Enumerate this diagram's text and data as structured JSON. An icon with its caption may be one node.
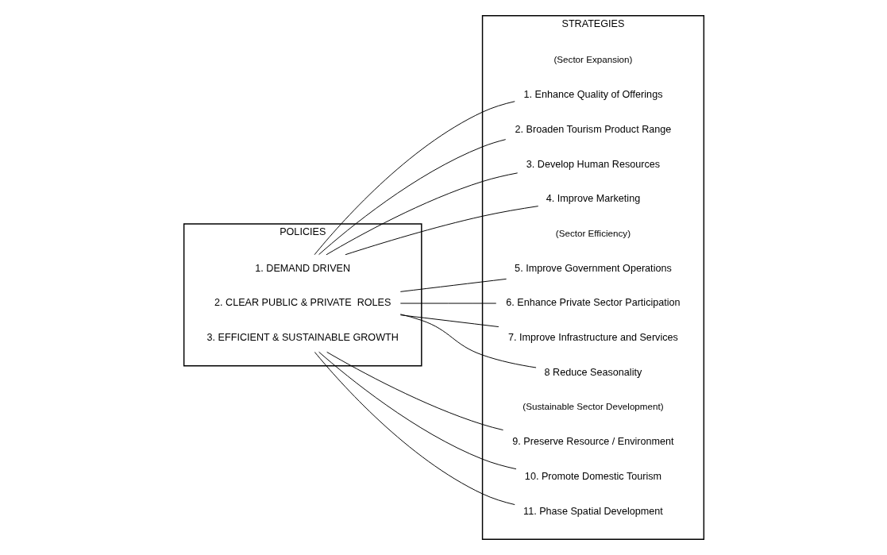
{
  "diagram": {
    "nodes": [
      {
        "text": [
          "POLICIES"
        ]
      },
      {
        "text": [
          "1. DEMAND DRIVEN"
        ],
        "in": 0
      },
      {
        "text": [
          "2. CLEAR PUBLIC & PRIVATE  ROLES"
        ],
        "in": 0
      },
      {
        "text": [
          "3. EFFICIENT & SUSTAINABLE GROWTH"
        ],
        "in": 0
      },
      {
        "text": [
          "STRATEGIES"
        ]
      },
      {
        "text": [
          "1. Enhance Quality of Offerings"
        ],
        "in": 4
      },
      {
        "text": [
          "2. Broaden Tourism Product Range"
        ],
        "in": 4
      },
      {
        "text": [
          "3. Develop Human Resources"
        ],
        "in": 4
      },
      {
        "text": [
          "4. Improve Marketing"
        ],
        "in": 4
      },
      {
        "text": [
          "5. Improve Government Operations"
        ],
        "in": 4
      },
      {
        "text": [
          "6. Enhance Private Sector Participation"
        ],
        "in": 4
      },
      {
        "text": [
          "7. Improve Infrastructure and Services"
        ],
        "in": 4
      },
      {
        "text": [
          "8 Reduce Seasonality"
        ],
        "in": 4
      },
      {
        "text": [
          "9. Preserve Resource / Environment"
        ],
        "in": 4
      },
      {
        "text": [
          "10. Promote Domestic Tourism"
        ],
        "in": 4
      },
      {
        "text": [
          "11. Phase Spatial Development"
        ],
        "in": 4
      }
    ],
    "edges": [
      {
        "from": 1,
        "to": 5,
        "arrow": "none"
      },
      {
        "from": 1,
        "to": 6,
        "arrow": "none"
      },
      {
        "from": 1,
        "to": 7,
        "arrow": "none"
      },
      {
        "from": 1,
        "to": 8,
        "arrow": "none"
      },
      {
        "from": 2,
        "to": 9,
        "arrow": "none"
      },
      {
        "from": 2,
        "to": 10,
        "arrow": "none"
      },
      {
        "from": 2,
        "to": 11,
        "arrow": "none"
      },
      {
        "from": 2,
        "to": 12,
        "arrow": "none"
      },
      {
        "from": 3,
        "to": 13,
        "arrow": "none"
      },
      {
        "from": 3,
        "to": 14,
        "arrow": "none"
      },
      {
        "from": 3,
        "to": 15,
        "arrow": "none"
      }
    ],
    "labels": [
      "(Sector Expansion)",
      "(Sector Efficiency)",
      "(Sustainable Sector Development)"
    ]
  }
}
